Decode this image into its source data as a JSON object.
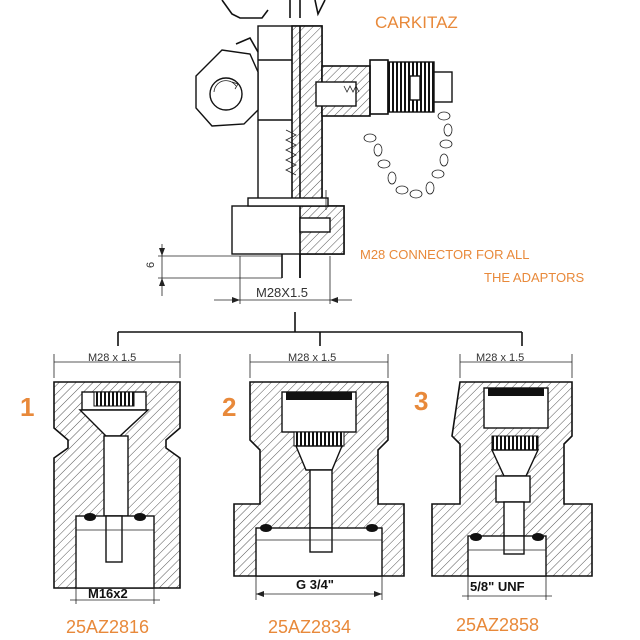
{
  "header": {
    "title": "CARKITAZ"
  },
  "connector_note": {
    "line1": "M28 CONNECTOR FOR ALL",
    "line2": "THE  ADAPTORS"
  },
  "dimensions": {
    "side": "6",
    "main_thread": "M28X1.5",
    "adaptor_thread": "M28 x 1.5"
  },
  "adaptors": [
    {
      "number": "1",
      "thread": "M16x2",
      "code": "25AZ2816"
    },
    {
      "number": "2",
      "thread": "G 3/4\"",
      "code": "25AZ2834"
    },
    {
      "number": "3",
      "thread": "5/8\" UNF",
      "code": "25AZ2858"
    }
  ],
  "colors": {
    "accent": "#e8893a",
    "line": "#111111"
  }
}
